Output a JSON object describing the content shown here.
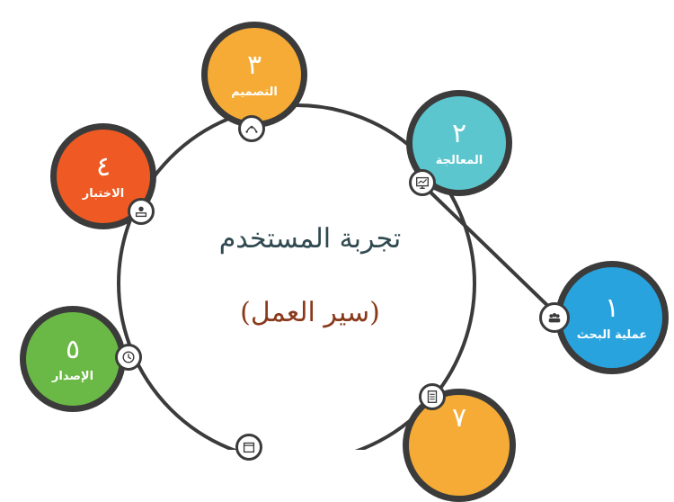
{
  "diagram": {
    "title": "تجربة المستخدم",
    "subtitle": "(سير العمل)"
  },
  "nodes": [
    {
      "id": "n1",
      "num": "١",
      "label": "عملية البحث",
      "color": "#29a3dd",
      "icon": "people-icon"
    },
    {
      "id": "n2",
      "num": "٢",
      "label": "المعالجة",
      "color": "#5cc6cf",
      "icon": "monitor-chart-icon"
    },
    {
      "id": "n3",
      "num": "٣",
      "label": "التصميم",
      "color": "#f5ab35",
      "icon": "pen-tool-icon"
    },
    {
      "id": "n4",
      "num": "٤",
      "label": "الاختبار",
      "color": "#ef5a24",
      "icon": "user-desk-icon"
    },
    {
      "id": "n5",
      "num": "٥",
      "label": "الإصدار",
      "color": "#6ab845",
      "icon": "clock-icon"
    },
    {
      "id": "n7",
      "num": "٧",
      "label": "",
      "color": "#f5ab35",
      "icon": "document-icon"
    }
  ],
  "colors": {
    "ring": "#3b3b3b",
    "title": "#2f4a50",
    "subtitle": "#8a3a1c"
  }
}
